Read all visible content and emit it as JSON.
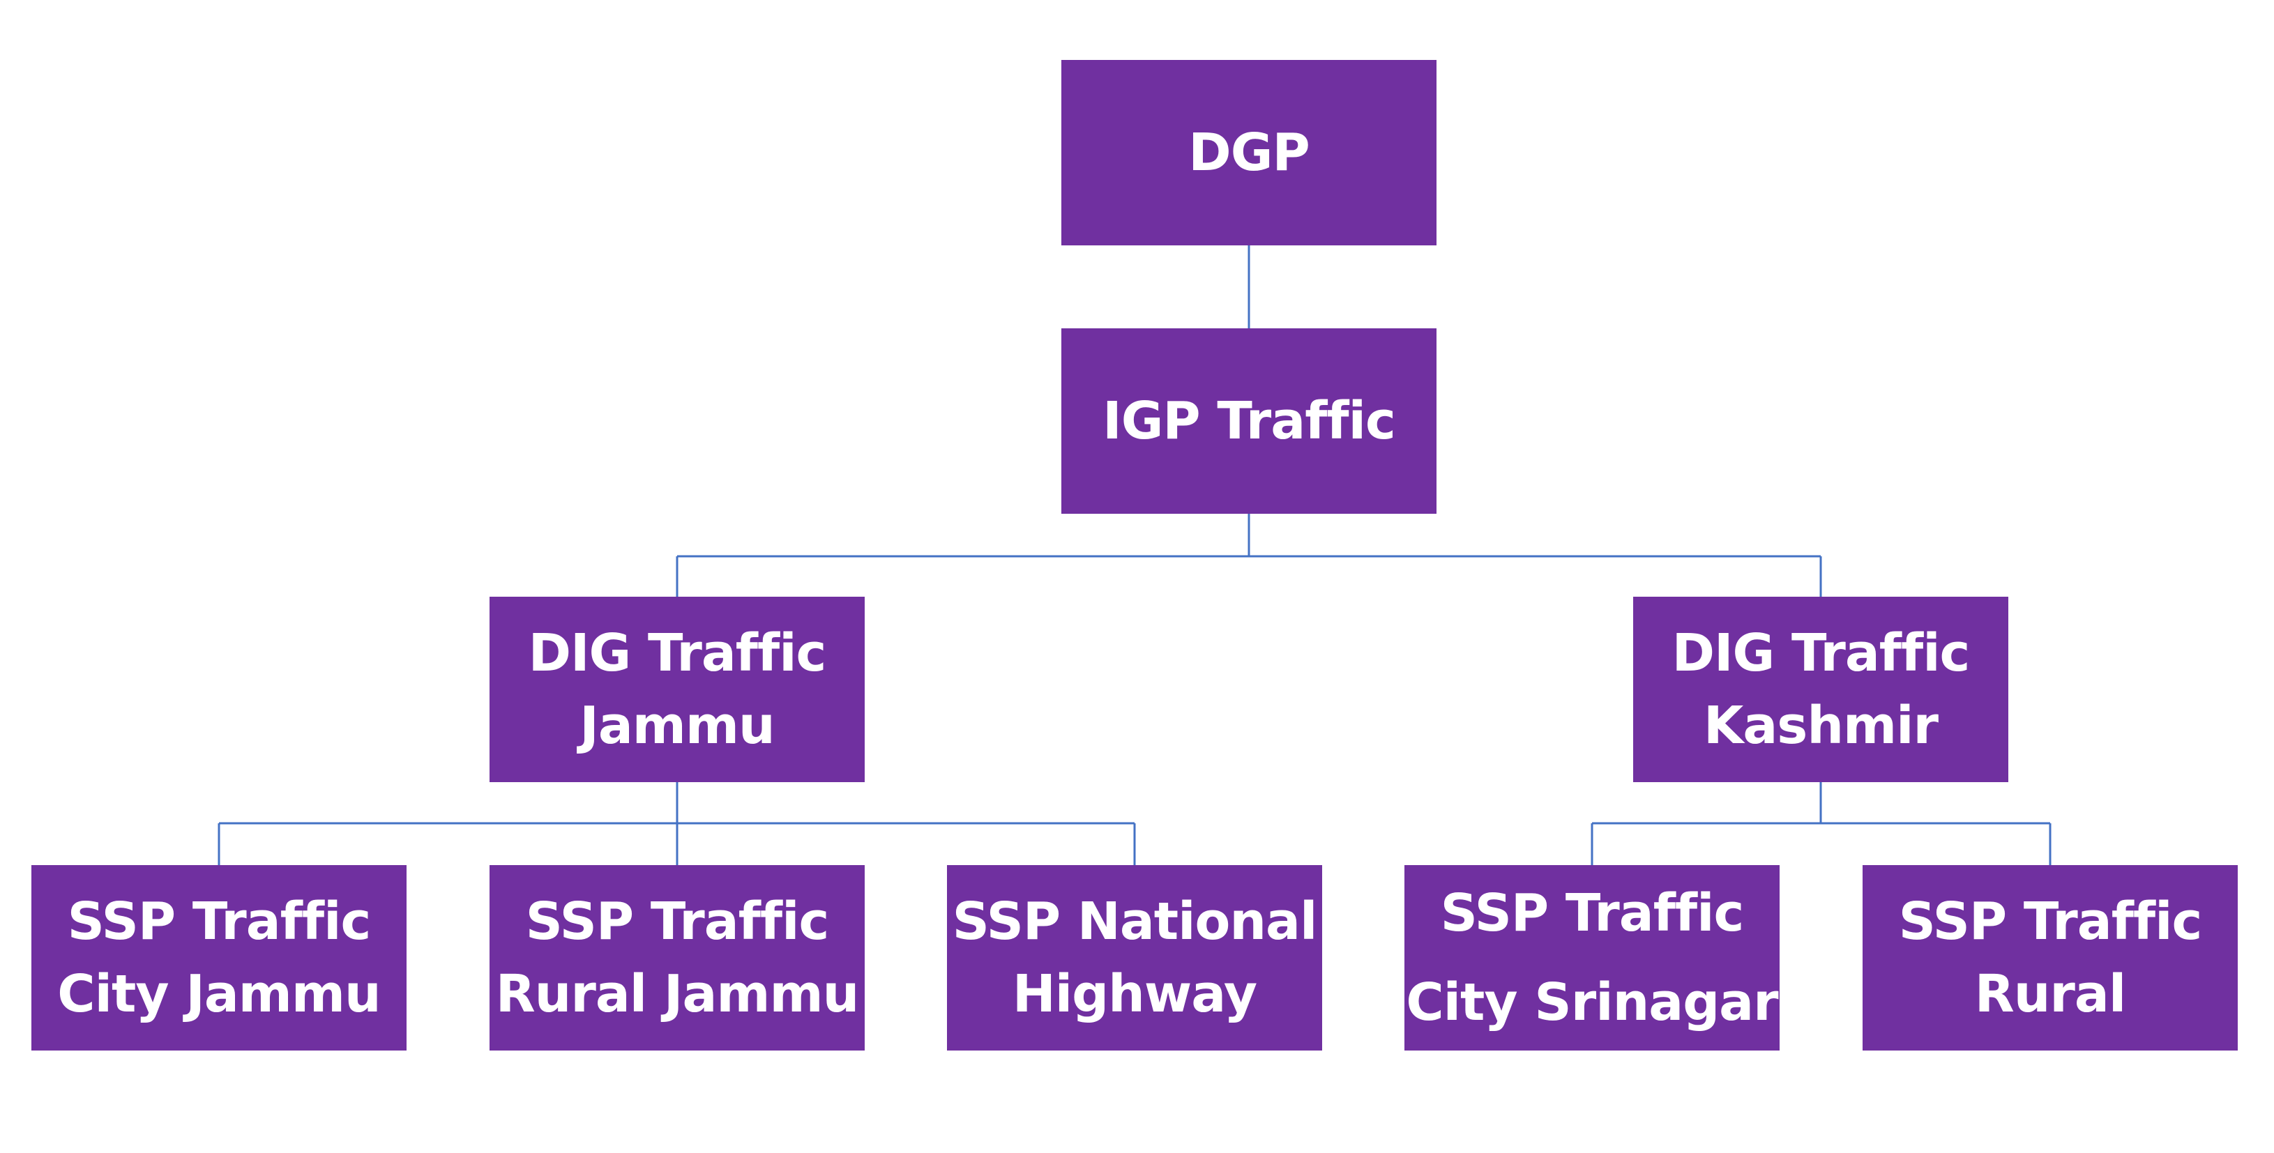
{
  "colors": {
    "box_fill": "#7030a0",
    "box_text": "#ffffff",
    "connector": "#4472c4"
  },
  "org_chart": {
    "dgp": {
      "lines": [
        "DGP"
      ]
    },
    "igp_traffic": {
      "lines": [
        "IGP Traffic"
      ]
    },
    "dig_traffic_jammu": {
      "lines": [
        "DIG Traffic",
        "Jammu"
      ]
    },
    "dig_traffic_kashmir": {
      "lines": [
        "DIG Traffic",
        "Kashmir"
      ]
    },
    "ssp_traffic_city_jammu": {
      "lines": [
        "SSP Traffic",
        "City Jammu"
      ]
    },
    "ssp_traffic_rural_jammu": {
      "lines": [
        "SSP Traffic",
        "Rural Jammu"
      ]
    },
    "ssp_national_highway": {
      "lines": [
        "SSP National",
        "Highway"
      ]
    },
    "ssp_traffic_city_srinagar": {
      "lines": [
        "SSP Traffic",
        "City Srinagar"
      ]
    },
    "ssp_traffic_rural": {
      "lines": [
        "SSP Traffic",
        "Rural"
      ]
    }
  }
}
